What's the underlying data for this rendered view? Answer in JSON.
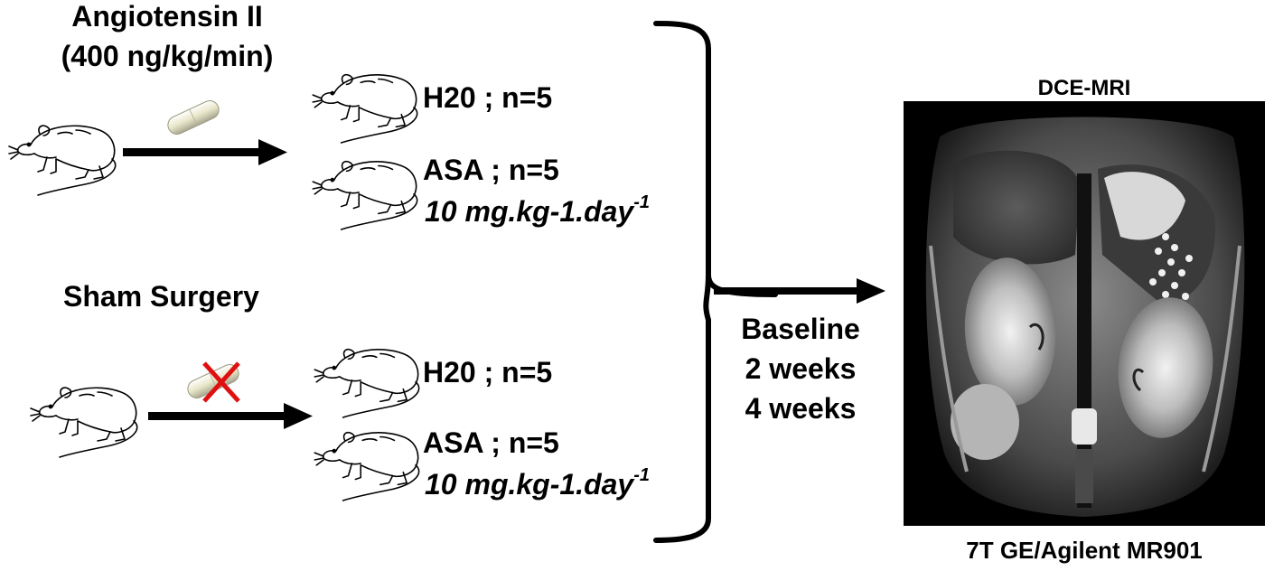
{
  "groups": [
    {
      "title_line1": "Angiotensin II",
      "title_line2": "(400 ng/kg/min)",
      "arms": [
        {
          "label": "H20  ; n=5",
          "dose_main": "",
          "dose_sup": ""
        },
        {
          "label": "ASA ; n=5",
          "dose_main": "10 mg.kg-1.day",
          "dose_sup": "-1"
        }
      ],
      "pill": "capsule-icon",
      "pill_crossed": false
    },
    {
      "title_line1": "Sham Surgery",
      "title_line2": "",
      "arms": [
        {
          "label": "H20  ; n=5",
          "dose_main": "",
          "dose_sup": ""
        },
        {
          "label": "ASA ; n=5",
          "dose_main": "10 mg.kg-1.day",
          "dose_sup": "-1"
        }
      ],
      "pill": "capsule-icon",
      "pill_crossed": true
    }
  ],
  "timepoints": [
    "Baseline",
    "2 weeks",
    "4 weeks"
  ],
  "imaging": {
    "title": "DCE-MRI",
    "scanner": "7T GE/Agilent MR901"
  },
  "colors": {
    "text": "#000000",
    "cross": "#e01010",
    "capsule": "#e8e6c8",
    "mri_background": "#000000"
  }
}
